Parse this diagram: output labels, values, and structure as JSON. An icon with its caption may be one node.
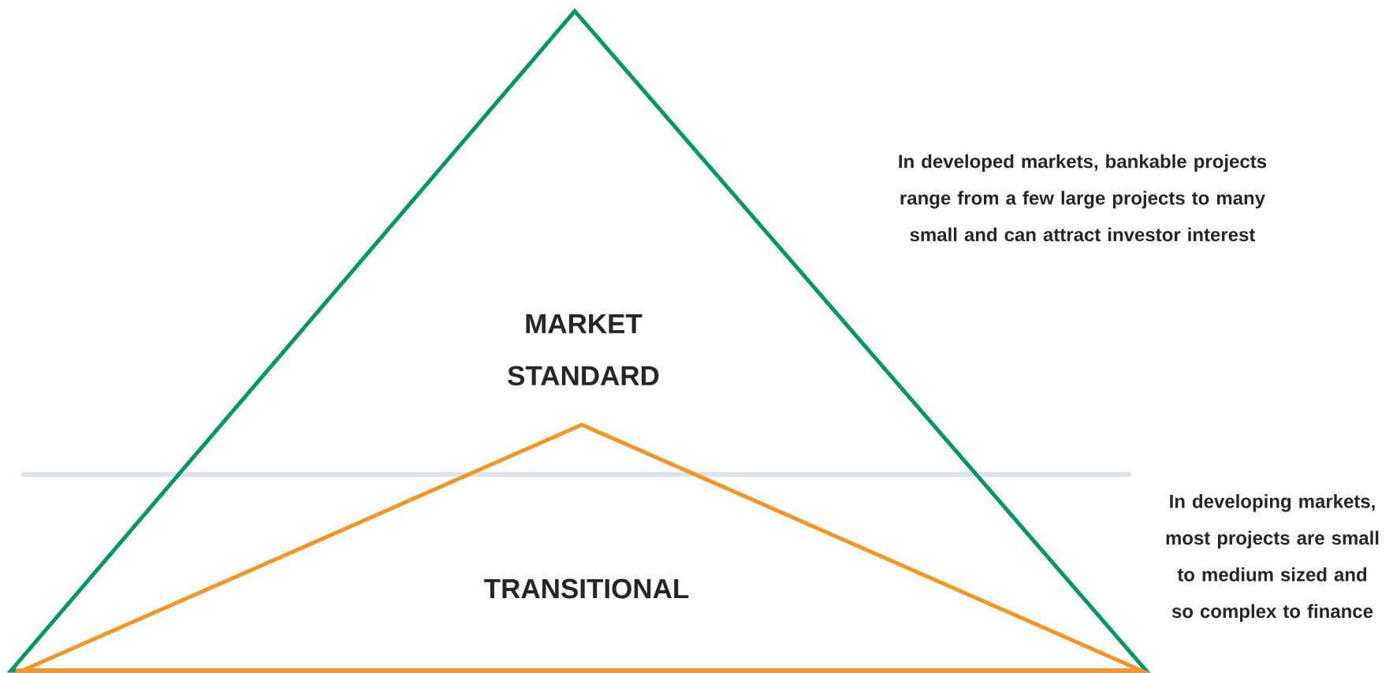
{
  "diagram": {
    "nodes": [
      {
        "text": [
          "MARKET STANDARD"
        ]
      },
      {
        "text": [
          "TRANSITIONAL"
        ],
        "in": 0
      }
    ],
    "labels": [
      "In developed markets, bankable projects range from a few large projects to many small and can attract investor interest",
      "In developing markets, most projects are small to medium sized and so complex to finance"
    ]
  }
}
